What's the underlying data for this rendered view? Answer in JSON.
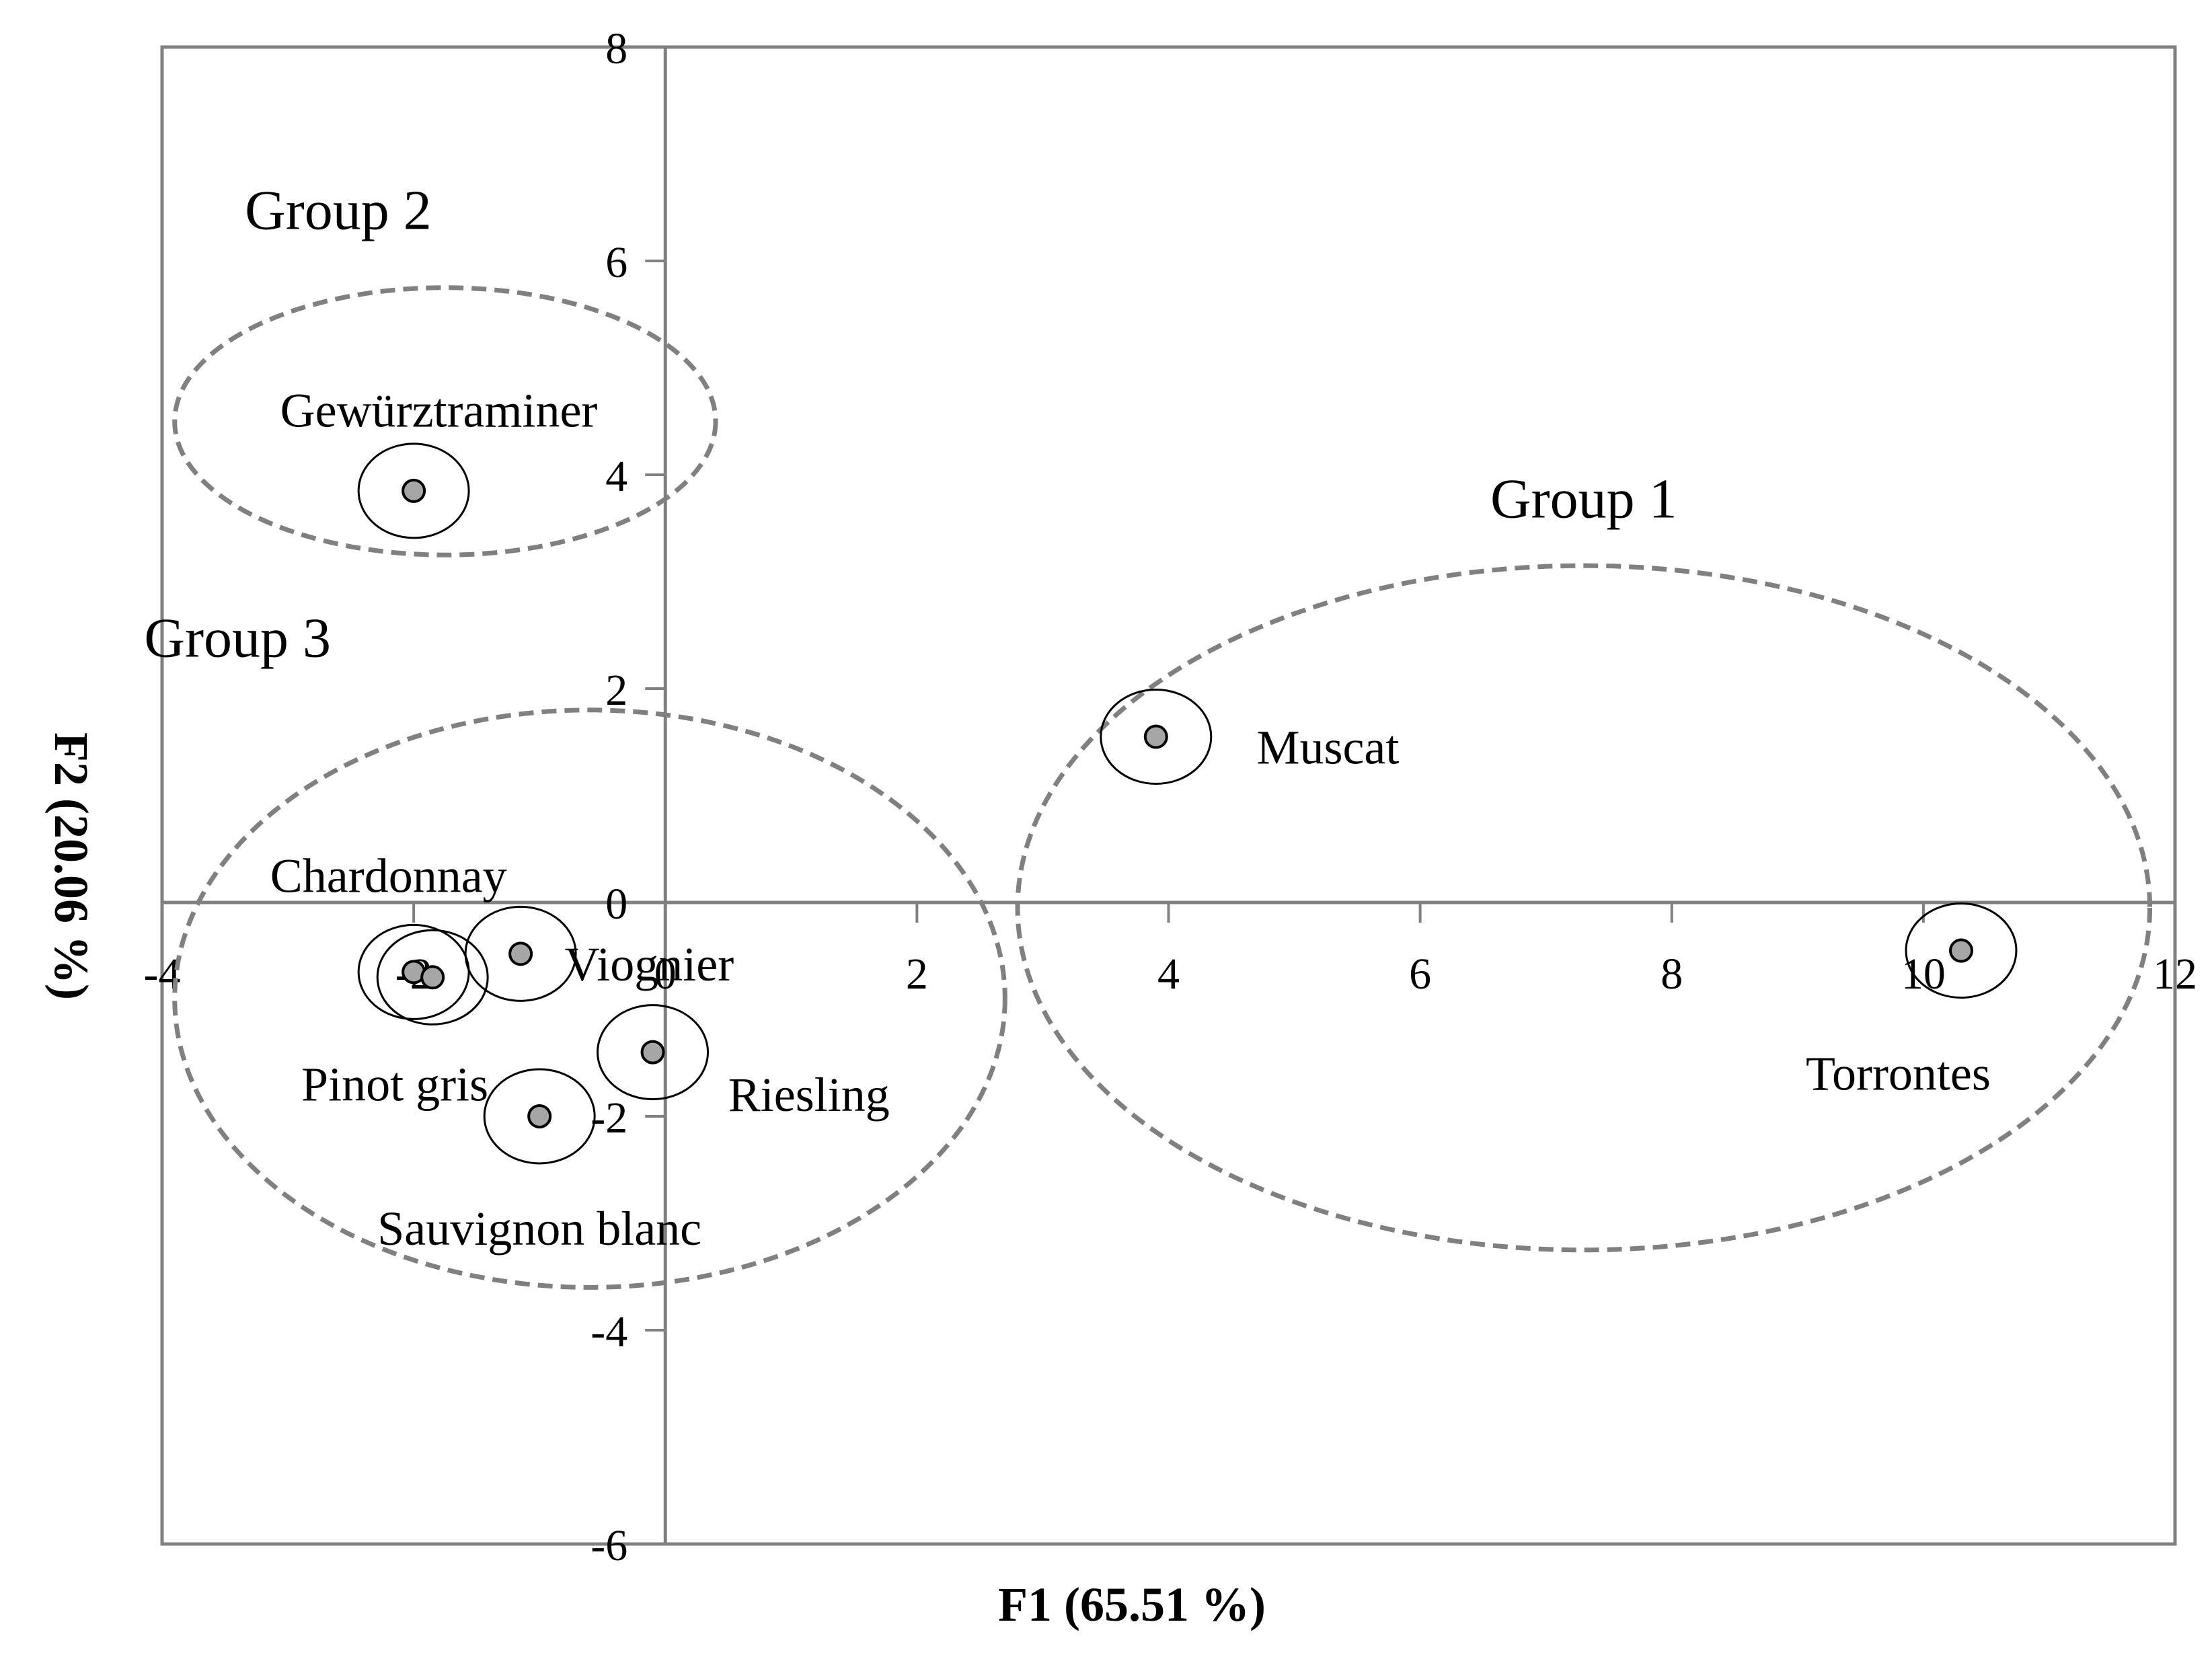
{
  "chart_data": {
    "type": "scatter",
    "title": "",
    "xlabel": "F1 (65.51 %)",
    "ylabel": "F2 (20.06 %)",
    "xlim": [
      -4,
      12
    ],
    "ylim": [
      -6,
      8
    ],
    "xticks": [
      -4,
      -2,
      0,
      2,
      4,
      6,
      8,
      10,
      12
    ],
    "yticks": [
      -6,
      -4,
      -2,
      0,
      2,
      4,
      6,
      8
    ],
    "grid": false,
    "legend": "none",
    "colors": {
      "frame": "#808080",
      "marker_fill": "#a6a6a6",
      "marker_edge": "#000000",
      "group_ellipse": "#808080"
    },
    "points": [
      {
        "label": "Gewürztraminer",
        "x": -2.0,
        "y": 3.85
      },
      {
        "label": "Muscat",
        "x": 3.9,
        "y": 1.55
      },
      {
        "label": "Torrontes",
        "x": 10.3,
        "y": -0.45
      },
      {
        "label": "Chardonnay",
        "x": -2.0,
        "y": -0.65
      },
      {
        "label": "Pinot gris",
        "x": -1.85,
        "y": -0.7
      },
      {
        "label": "Viognier",
        "x": -1.15,
        "y": -0.48
      },
      {
        "label": "Riesling",
        "x": -0.1,
        "y": -1.4
      },
      {
        "label": "Sauvignon blanc",
        "x": -1.0,
        "y": -2.0
      }
    ],
    "groups": [
      {
        "label": "Group 1",
        "cx": 7.3,
        "cy": -0.05,
        "rx": 4.5,
        "ry": 3.2
      },
      {
        "label": "Group 2",
        "cx": -1.75,
        "cy": 4.5,
        "rx": 2.15,
        "ry": 1.25
      },
      {
        "label": "Group 3",
        "cx": -0.6,
        "cy": -0.9,
        "rx": 3.3,
        "ry": 2.7
      }
    ]
  }
}
